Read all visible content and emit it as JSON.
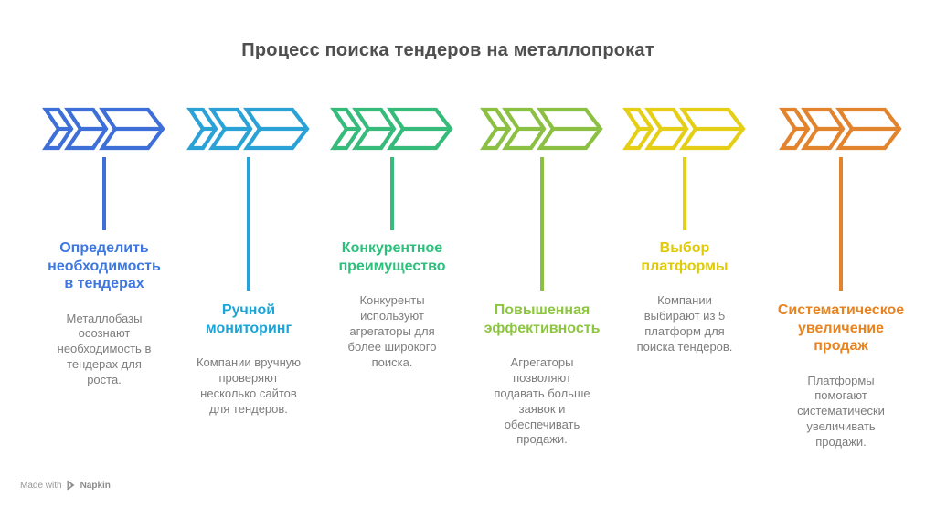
{
  "title": "Процесс поиска тендеров на металлопрокат",
  "steps": [
    {
      "heading": "Определить\nнеобходимость\nв тендерах",
      "description": "Металлобазы\nосознают\nнеобходимость в\nтендерах для\nроста.",
      "color": "#3e6fd8",
      "heading_color": "#3d78e2"
    },
    {
      "heading": "Ручной\nмониторинг",
      "description": "Компании вручную\nпроверяют\nнесколько сайтов\nдля тендеров.",
      "color": "#2aa2d6",
      "heading_color": "#1ba4d8"
    },
    {
      "heading": "Конкурентное\nпреимущество",
      "description": "Конкуренты\nиспользуют\nагрегаторы для\nболее широкого\nпоиска.",
      "color": "#36bb7b",
      "heading_color": "#2cc07c"
    },
    {
      "heading": "Повышенная\nэффективность",
      "description": "Агрегаторы\nпозволяют\nподавать больше\nзаявок и\nобеспечивать\nпродажи.",
      "color": "#8bc043",
      "heading_color": "#8cc63f"
    },
    {
      "heading": "Выбор\nплатформы",
      "description": "Компании\nвыбирают из 5\nплатформ для\nпоиска тендеров.",
      "color": "#e5ce16",
      "heading_color": "#e0ca08"
    },
    {
      "heading": "Систематическое\nувеличение\nпродаж",
      "description": "Платформы\nпомогают\nсистематически\nувеличивать\nпродажи.",
      "color": "#e2832e",
      "heading_color": "#e8831f"
    }
  ],
  "footer": {
    "made_with": "Made with",
    "brand": "Napkin",
    "logo_icon": "napkin-play-icon"
  },
  "colors": {
    "title_text": "#4f4f4f",
    "description_text": "#7d7d7d",
    "background": "#ffffff"
  }
}
